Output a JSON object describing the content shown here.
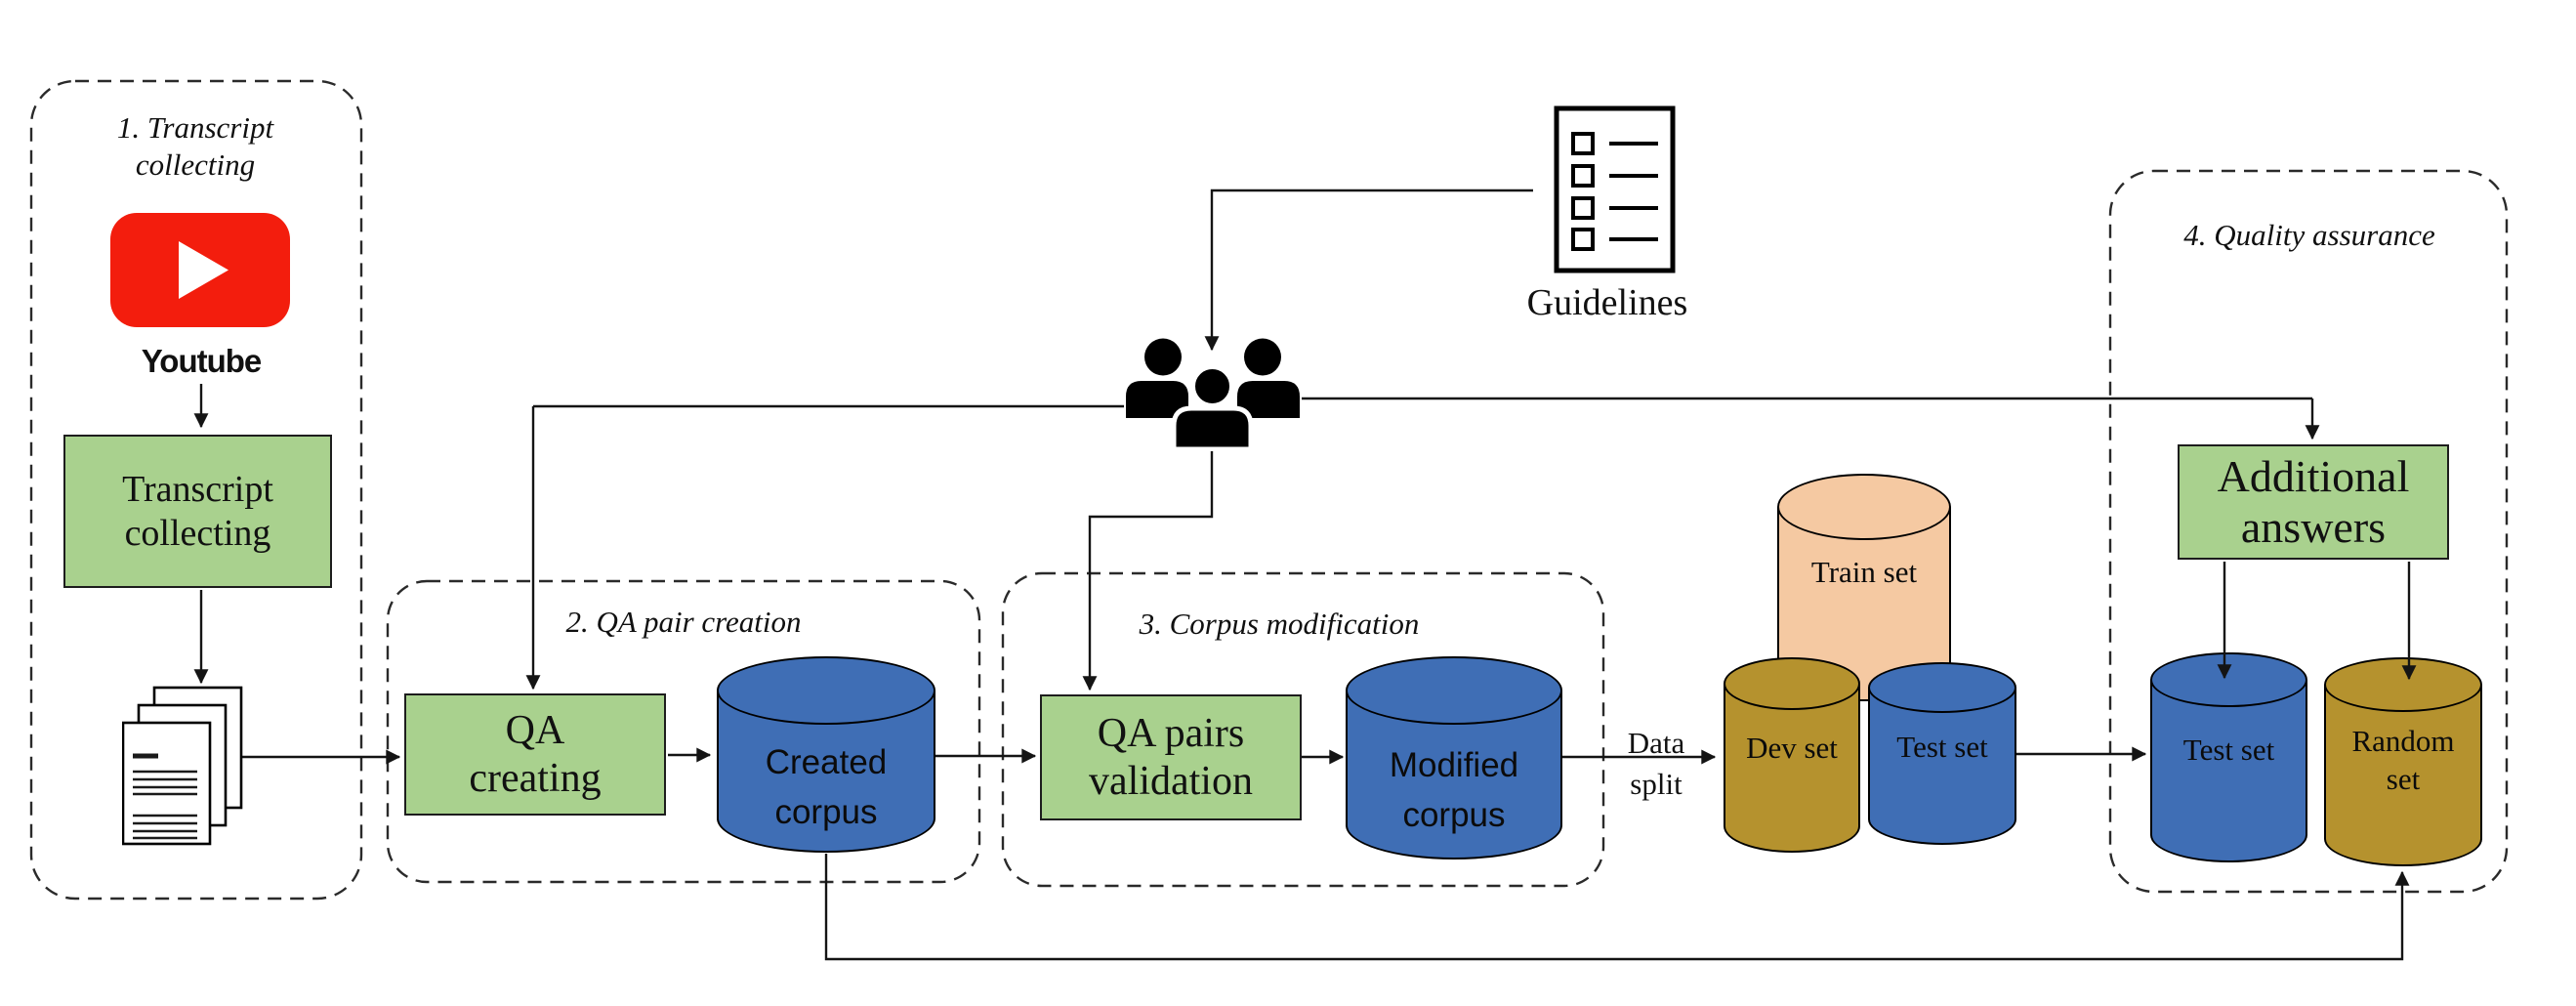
{
  "palette": {
    "green": "#a9d18e",
    "blue": "#3f6eb5",
    "gold": "#b5922e",
    "peach": "#f5c9a2",
    "yt-red": "#f31d0d",
    "line": "#141414"
  },
  "stage1": {
    "title": "1. Transcript\ncollecting",
    "youtube_label": "Youtube",
    "box_label": "Transcript\ncollecting"
  },
  "stage2": {
    "title": "2. QA pair creation",
    "box_label": "QA\ncreating",
    "cylinder_label": "Created\ncorpus"
  },
  "stage3": {
    "title": "3. Corpus modification",
    "box_label": "QA pairs\nvalidation",
    "cylinder_label": "Modified\ncorpus"
  },
  "data_split": {
    "label": "Data\nsplit",
    "train_label": "Train set",
    "dev_label": "Dev set",
    "test_label": "Test set"
  },
  "stage4": {
    "title": "4. Quality assurance",
    "box_label": "Additional\nanswers",
    "test_label": "Test set",
    "random_label": "Random\nset"
  },
  "guidelines_label": "Guidelines"
}
